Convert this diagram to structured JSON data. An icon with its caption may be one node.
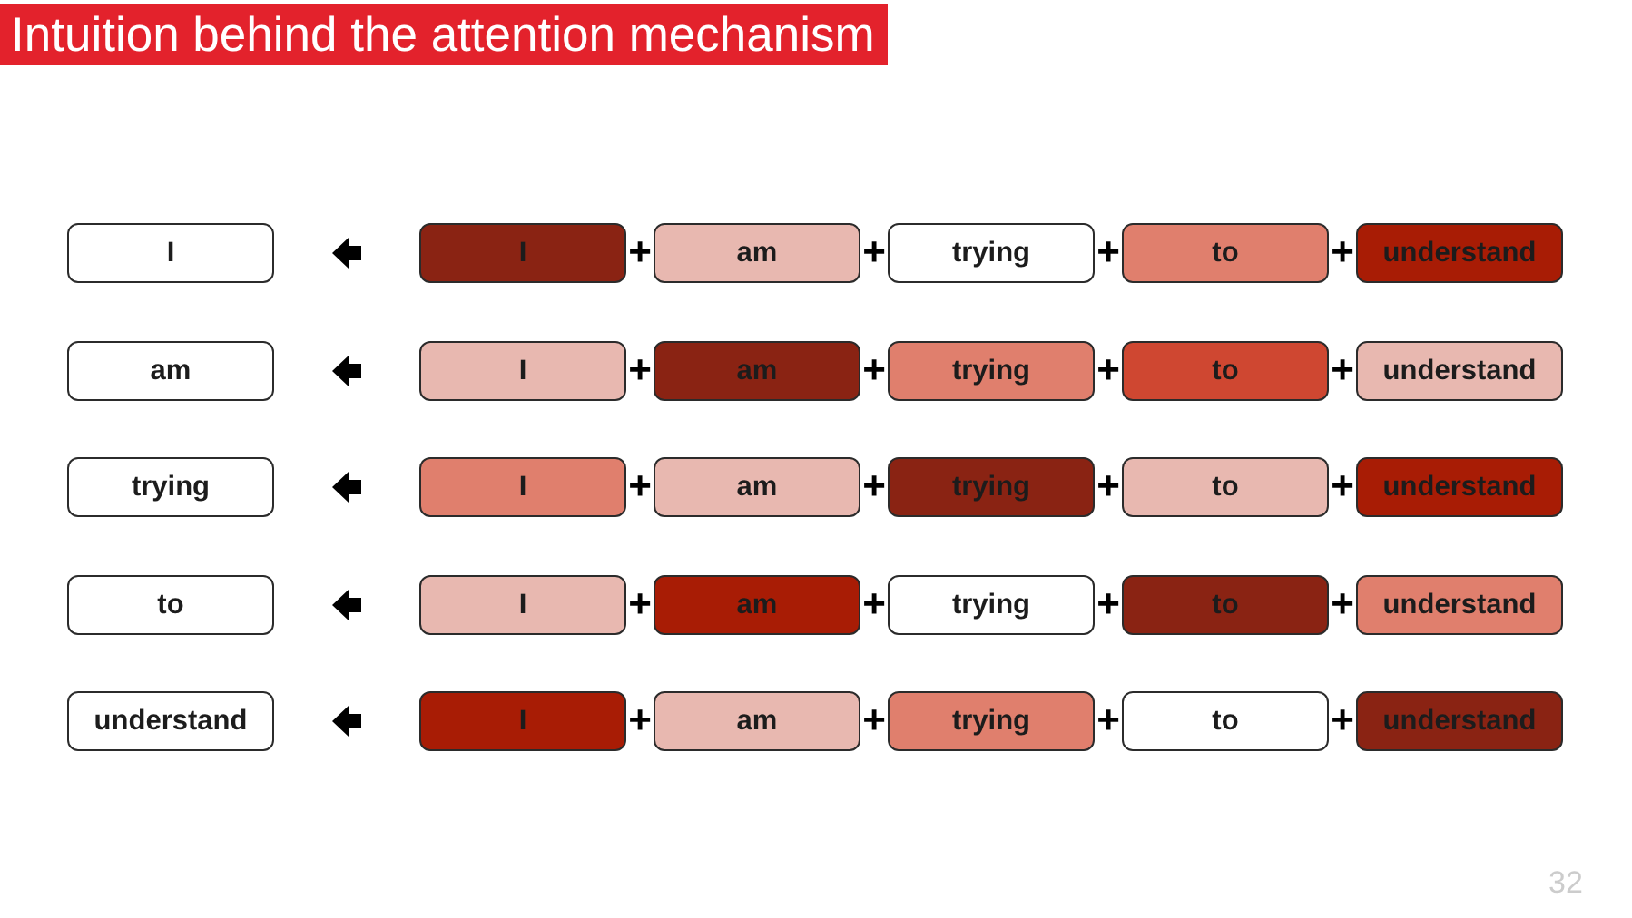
{
  "diagram": {
    "title": "Intuition behind the attention mechanism",
    "nodes": [
      {
        "text": [
          "I"
        ]
      },
      {
        "text": [
          "I"
        ]
      },
      {
        "text": [
          "am"
        ]
      },
      {
        "text": [
          "trying"
        ]
      },
      {
        "text": [
          "to"
        ]
      },
      {
        "text": [
          "understand"
        ]
      },
      {
        "text": [
          "am"
        ]
      },
      {
        "text": [
          "I"
        ]
      },
      {
        "text": [
          "am"
        ]
      },
      {
        "text": [
          "trying"
        ]
      },
      {
        "text": [
          "to"
        ]
      },
      {
        "text": [
          "understand"
        ]
      },
      {
        "text": [
          "trying"
        ]
      },
      {
        "text": [
          "I"
        ]
      },
      {
        "text": [
          "am"
        ]
      },
      {
        "text": [
          "trying"
        ]
      },
      {
        "text": [
          "to"
        ]
      },
      {
        "text": [
          "understand"
        ]
      },
      {
        "text": [
          "to"
        ]
      },
      {
        "text": [
          "I"
        ]
      },
      {
        "text": [
          "am"
        ]
      },
      {
        "text": [
          "trying"
        ]
      },
      {
        "text": [
          "to"
        ]
      },
      {
        "text": [
          "understand"
        ]
      },
      {
        "text": [
          "understand"
        ]
      },
      {
        "text": [
          "I"
        ]
      },
      {
        "text": [
          "am"
        ]
      },
      {
        "text": [
          "trying"
        ]
      },
      {
        "text": [
          "to"
        ]
      },
      {
        "text": [
          "understand"
        ]
      }
    ],
    "edges": [
      {
        "from": 1,
        "to": 0,
        "arrow": "to"
      },
      {
        "from": 7,
        "to": 6,
        "arrow": "to"
      },
      {
        "from": 13,
        "to": 12,
        "arrow": "to"
      },
      {
        "from": 19,
        "to": 18,
        "arrow": "to"
      },
      {
        "from": 25,
        "to": 24,
        "arrow": "to"
      }
    ],
    "labels": [
      "+",
      "+",
      "+",
      "+",
      "+",
      "+",
      "+",
      "+",
      "+",
      "+",
      "+",
      "+",
      "+",
      "+",
      "+",
      "+",
      "+",
      "+",
      "+",
      "+",
      "32"
    ]
  }
}
